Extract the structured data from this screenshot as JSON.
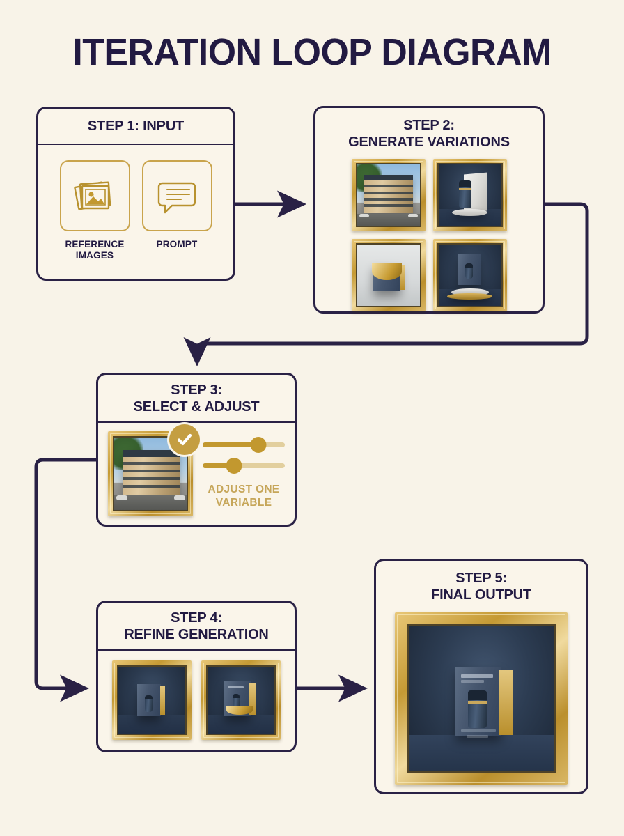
{
  "page": {
    "title": "ITERATION LOOP DIAGRAM",
    "background_color": "#f8f3e8",
    "ink_color": "#2a2145",
    "gold_color": "#c2982f"
  },
  "steps": [
    {
      "id": "step1",
      "title": "STEP 1: INPUT",
      "has_divider": true,
      "icons": [
        {
          "name": "reference-images-icon",
          "label": "REFERENCE\nIMAGES"
        },
        {
          "name": "prompt-icon",
          "label": "PROMPT"
        }
      ]
    },
    {
      "id": "step2",
      "title": "STEP 2:\nGENERATE VARIATIONS",
      "has_divider": false,
      "thumbnails": [
        {
          "name": "variation-building",
          "scene": "building"
        },
        {
          "name": "variation-bottle-panel",
          "scene": "bottle-panel"
        },
        {
          "name": "variation-gold-box",
          "scene": "gold-box"
        },
        {
          "name": "variation-box-podium",
          "scene": "box-podium"
        }
      ]
    },
    {
      "id": "step3",
      "title": "STEP 3:\nSELECT & ADJUST",
      "has_divider": true,
      "selected_thumbnail": {
        "name": "selected-building",
        "scene": "building"
      },
      "check_badge": "checkmark-icon",
      "sliders": [
        {
          "name": "slider-one",
          "value": 68
        },
        {
          "name": "slider-two",
          "value": 38
        }
      ],
      "adjust_label": "ADJUST ONE\nVARIABLE"
    },
    {
      "id": "step4",
      "title": "STEP 4:\nREFINE GENERATION",
      "has_divider": true,
      "thumbnails": [
        {
          "name": "refined-box-left",
          "scene": "refine-a"
        },
        {
          "name": "refined-box-right",
          "scene": "refine-b"
        }
      ]
    },
    {
      "id": "step5",
      "title": "STEP 5:\nFINAL OUTPUT",
      "has_divider": false,
      "final_image": {
        "name": "final-product-image",
        "scene": "final"
      }
    }
  ],
  "connectors": [
    {
      "name": "arrow-step1-to-step2",
      "from": "step1",
      "to": "step2",
      "direction": "right"
    },
    {
      "name": "arrow-step2-to-step3",
      "from": "step2",
      "to": "step3",
      "direction": "down"
    },
    {
      "name": "arrow-step3-to-step4",
      "from": "step3",
      "to": "step4",
      "direction": "right"
    },
    {
      "name": "arrow-step4-to-step5",
      "from": "step4",
      "to": "step5",
      "direction": "right"
    }
  ]
}
